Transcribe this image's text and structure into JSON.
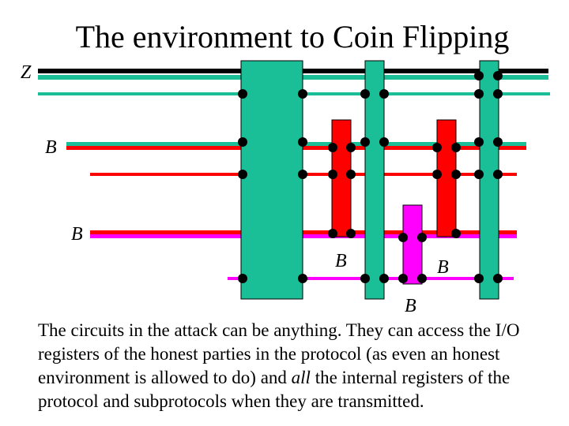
{
  "title": "The environment to Coin Flipping",
  "labels": {
    "z": "Z",
    "b1": "B",
    "b2": "B",
    "b3": "B",
    "b4": "B",
    "b5": "B"
  },
  "caption": {
    "part1": "The circuits in the attack can be anything. They can access the I/O registers of the honest parties in the protocol (as even an honest environment is allowed to do) and ",
    "emphasis": "all",
    "part2": " the internal registers of the protocol and subprotocols when they are transmitted."
  },
  "colors": {
    "black_wire": "#000000",
    "teal": "#1bbf97",
    "red": "#ff0000",
    "magenta": "#ff00ff",
    "dot": "#000000"
  }
}
